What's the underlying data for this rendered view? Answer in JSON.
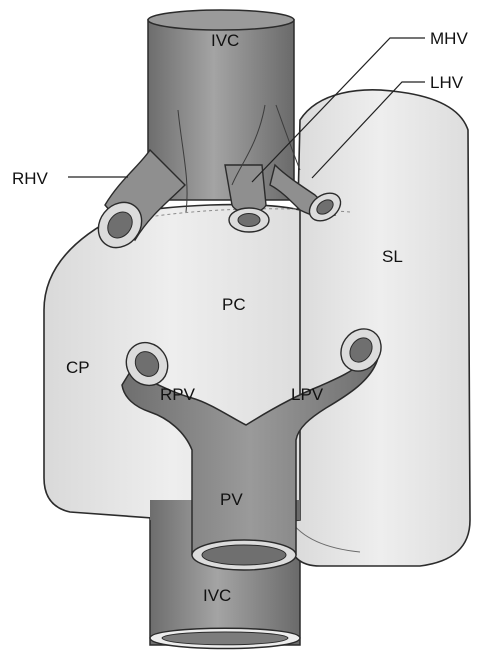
{
  "diagram": {
    "labels": {
      "ivc_top": "IVC",
      "mhv": "MHV",
      "lhv": "LHV",
      "rhv": "RHV",
      "sl": "SL",
      "pc": "PC",
      "cp": "CP",
      "rpv": "RPV",
      "lpv": "LPV",
      "pv": "PV",
      "ivc_bottom": "IVC"
    },
    "colors": {
      "lobe_fill": "#e4e4e4",
      "vessel_fill": "#8c8c8c",
      "vessel_lumen": "#6f6f6f",
      "outline": "#2b2b2b"
    }
  }
}
